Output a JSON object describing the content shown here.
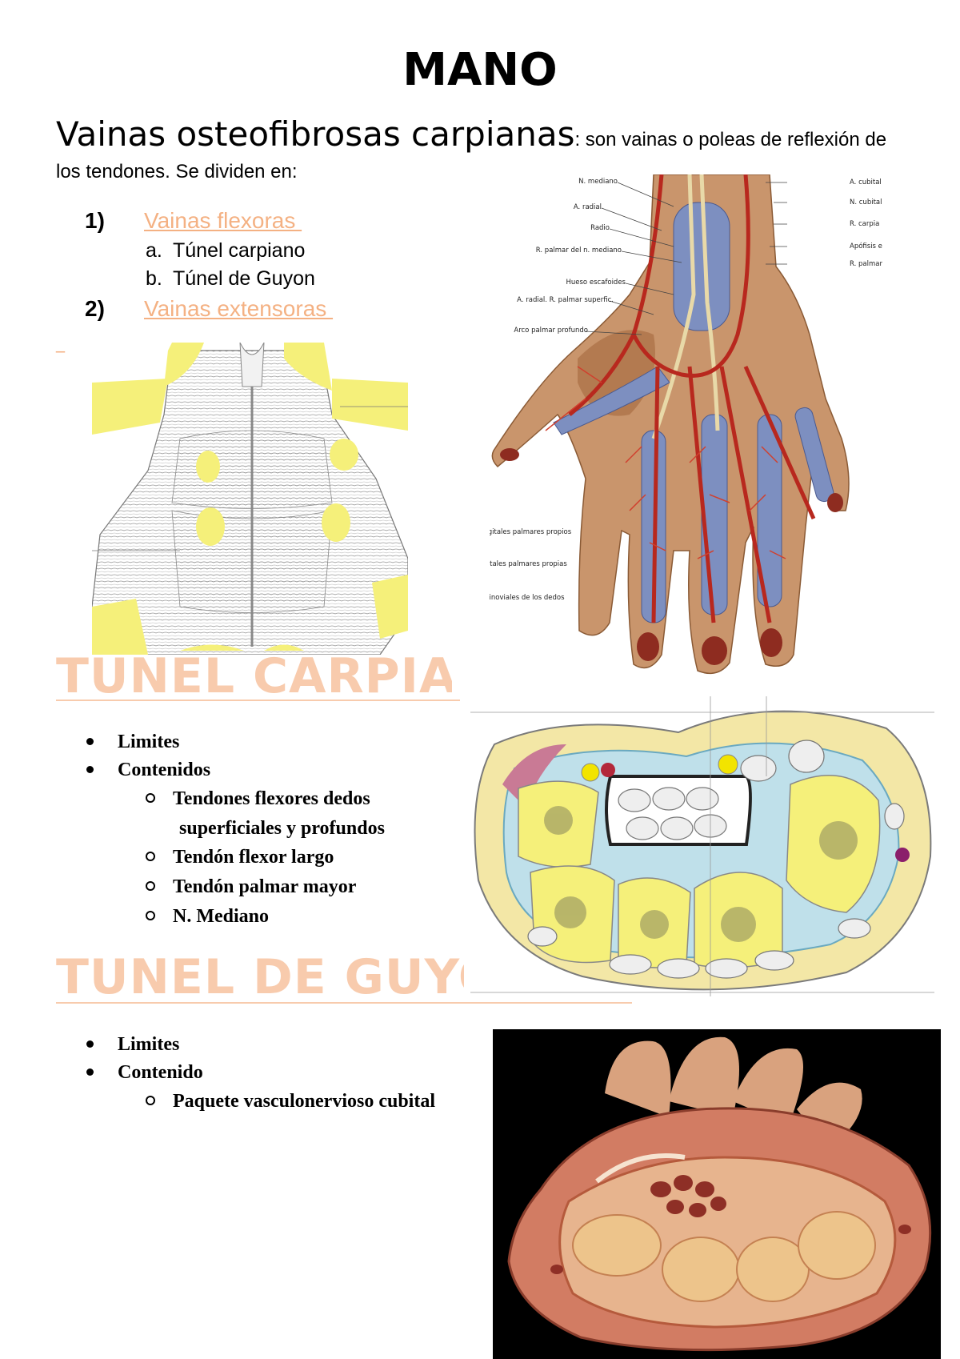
{
  "title": "MANO",
  "intro": {
    "lead": "Vainas osteofibrosas carpianas",
    "text": ": son vainas o poleas de reflexión de los tendones. Se dividen en:"
  },
  "outline": [
    {
      "num": "1)",
      "label": "Vainas flexoras ",
      "subitems": [
        {
          "letter": "a.",
          "text": "Túnel carpiano"
        },
        {
          "letter": "b.",
          "text": "Túnel de Guyon"
        }
      ]
    },
    {
      "num": "2)",
      "label": "Vainas extensoras ",
      "subitems": []
    }
  ],
  "stray_mark": "_",
  "sections": {
    "carpiano": {
      "heading": "TUNEL CARPIANO",
      "bullets": [
        "Limites",
        "Contenidos"
      ],
      "subs": [
        "Tendones flexores dedos",
        "superficiales y profundos",
        "Tendón flexor largo",
        "Tendón palmar mayor",
        "N. Mediano"
      ]
    },
    "guyon": {
      "heading": "TUNEL DE GUYON",
      "bullets": [
        "Limites",
        "Contenido"
      ],
      "subs": [
        "Paquete vasculonervioso cubital"
      ]
    }
  },
  "hand_labels_left": [
    "N. mediano",
    "A. radial",
    "Radio",
    "R. palmar del n. mediano",
    "Hueso escafoides",
    "A. radial. R. palmar superfic.",
    "Arco palmar profundo",
    "digitales palmares propios",
    "igitales palmares propias",
    "s sinoviales de los dedos"
  ],
  "hand_labels_right": [
    "A. cubital",
    "N. cubital",
    "R. carpia",
    "Apófisis e",
    "R. palmar"
  ],
  "colors": {
    "heading_orange": "#f8cbad",
    "link_orange": "#f4b183",
    "sheath_yellow": "#f5f07a",
    "artery_red": "#b8281e",
    "tendon_blue": "#7d8fc0",
    "skin_brown": "#c9956c"
  }
}
